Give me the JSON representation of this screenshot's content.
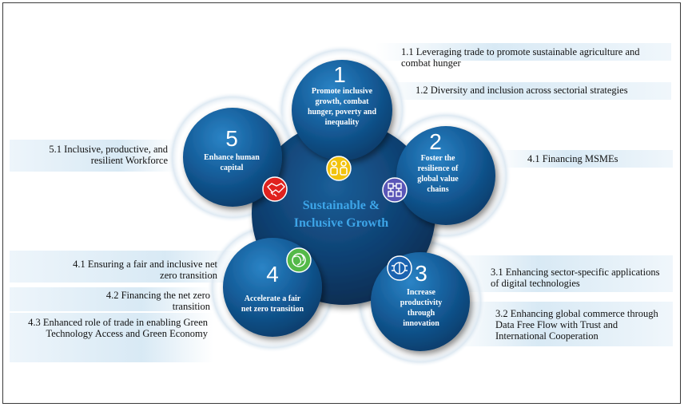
{
  "center": {
    "line1": "Sustainable &",
    "line2": "Inclusive Growth"
  },
  "pillars": [
    {
      "number": "1",
      "lines": [
        "Promote inclusive",
        "growth, combat",
        "hunger, poverty and",
        "inequality"
      ]
    },
    {
      "number": "2",
      "lines": [
        "Foster the",
        "resilience of",
        "global value",
        "chains"
      ]
    },
    {
      "number": "3",
      "lines": [
        "Increase",
        "productivity",
        "through",
        "innovation"
      ]
    },
    {
      "number": "4",
      "lines": [
        "Accelerate a fair",
        "net zero transition"
      ]
    },
    {
      "number": "5",
      "lines": [
        "Enhance human",
        "capital"
      ]
    }
  ],
  "annotations": {
    "a1_1": "1.1 Leveraging trade to promote sustainable agriculture and combat hunger",
    "a1_2": "1.2 Diversity and inclusion across sectorial strategies",
    "a4_1_top": "4.1 Financing MSMEs",
    "a3_1": "3.1 Enhancing sector-specific applications of digital technologies",
    "a3_2": "3.2 Enhancing global commerce through Data Free Flow with Trust and International Cooperation",
    "a5_1": "5.1 Inclusive, productive, and resilient Workforce",
    "a4_1": "4.1 Ensuring a fair and inclusive net zero transition",
    "a4_2": "4.2 Financing the net zero transition",
    "a4_3": "4.3 Enhanced role of trade in enabling Green Technology Access and Green Economy"
  },
  "colors": {
    "navy": "#0d3a66",
    "blue": "#1c6aa8",
    "center_text": "#3da5e8",
    "icon_yellow": "#f2c20c",
    "icon_purple": "#5a56b8",
    "icon_red": "#e0221e",
    "icon_green": "#54b948",
    "icon_blue": "#1b63b0"
  },
  "icons": [
    "people-icon",
    "value-chain-icon",
    "brain-circuit-icon",
    "globe-leaf-icon",
    "handshake-icon"
  ]
}
